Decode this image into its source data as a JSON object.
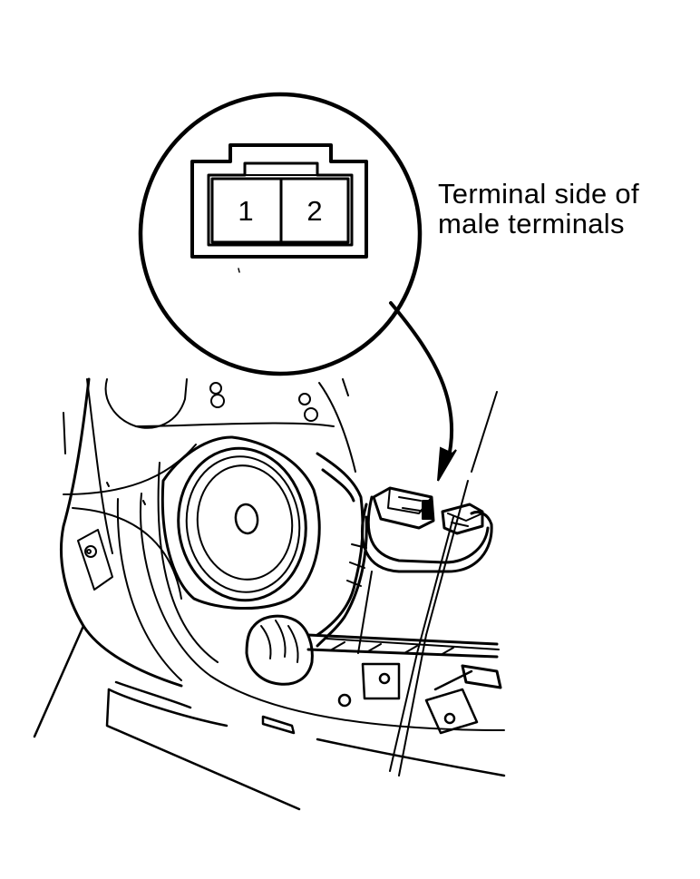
{
  "callout": {
    "line1": "Terminal side of",
    "line2": "male terminals"
  },
  "connector": {
    "pins": [
      "1",
      "2"
    ]
  }
}
